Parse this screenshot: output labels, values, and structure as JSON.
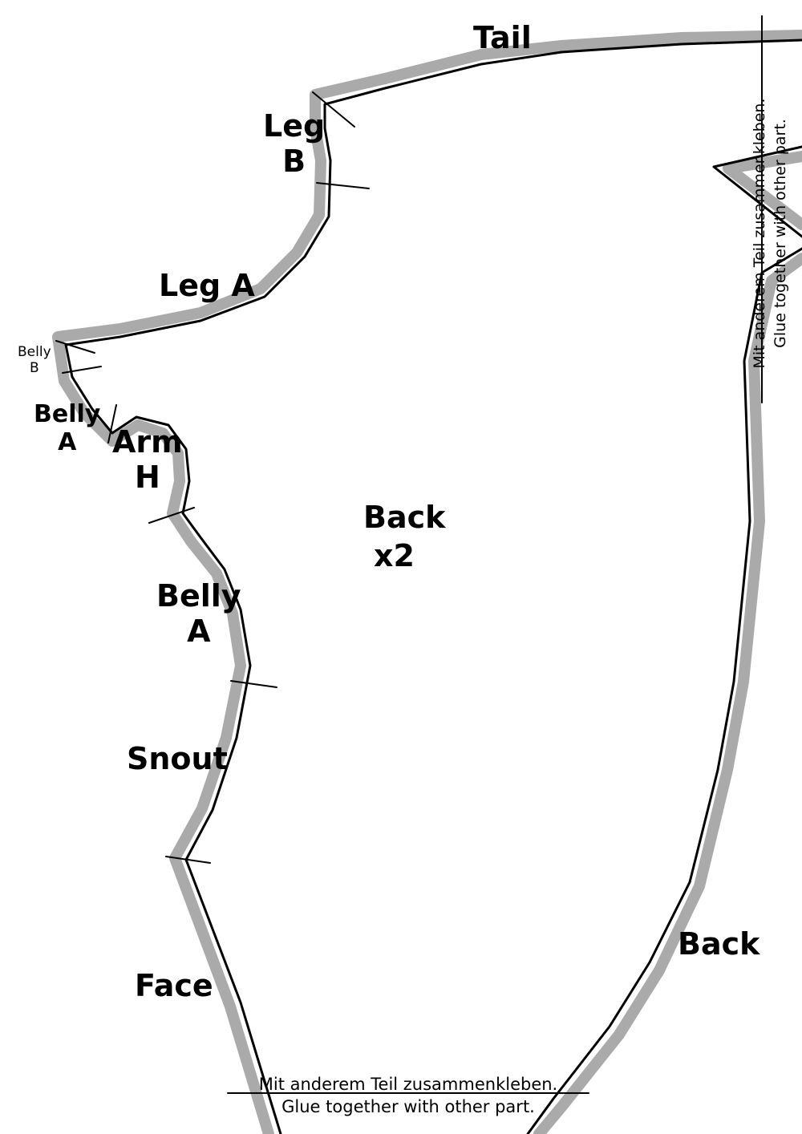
{
  "piece": {
    "name": "Back",
    "count": "x2"
  },
  "edge_labels": {
    "tail": "Tail",
    "leg_b": "Leg\nB",
    "leg_a": "Leg A",
    "belly_b": "Belly\nB",
    "belly_a_top": "Belly\nA",
    "arm_h": "Arm\nH",
    "belly_a": "Belly\nA",
    "snout": "Snout",
    "face": "Face",
    "back": "Back"
  },
  "glue_note": {
    "de": "Mit anderem Teil zusammenkleben.",
    "en": "Glue together with other part."
  },
  "colors": {
    "seam_allowance": "#aaaaaa",
    "cut_line": "#000000"
  }
}
